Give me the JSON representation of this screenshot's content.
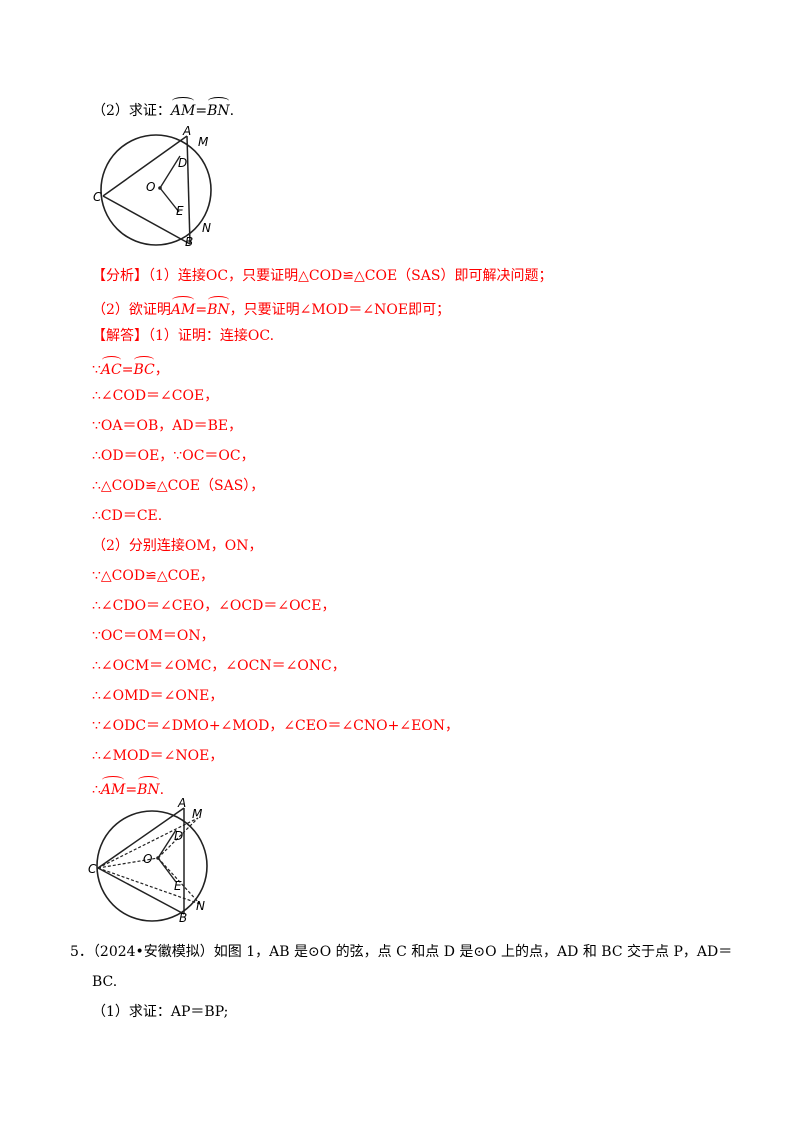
{
  "q2_prompt": "（2）求证：",
  "arc_am": "AM",
  "arc_bn": "BN",
  "arc_ac": "AC",
  "arc_bc": "BC",
  "equals": "=",
  "period": ".",
  "fig_labels": [
    "A",
    "M",
    "D",
    "O",
    "C",
    "E",
    "N",
    "B"
  ],
  "analysis_1": "【分析】（1）连接OC，只要证明△COD≌△COE（SAS）即可解决问题；",
  "analysis_2_pre": "（2）欲证明",
  "analysis_2_post": "，只要证明∠MOD＝∠NOE即可；",
  "answer_1": "【解答】（1）证明：连接OC.",
  "because_sym": "∵",
  "therefore_sym": "∴",
  "proof_lines": [
    "∴∠COD＝∠COE，",
    "∵OA＝OB，AD＝BE，",
    "∴OD＝OE，∵OC＝OC，",
    "∴△COD≌△COE（SAS），",
    "∴CD＝CE.",
    "（2）分别连接OM，ON，",
    "∵△COD≌△COE，",
    "∴∠CDO＝∠CEO，∠OCD＝∠OCE，",
    "∵OC＝OM＝ON，",
    "∴∠OCM＝∠OMC，∠OCN＝∠ONC，",
    "∴∠OMD＝∠ONE，",
    "∵∠ODC＝∠DMO+∠MOD，∠CEO＝∠CNO+∠EON，",
    "∴∠MOD＝∠NOE，"
  ],
  "problem5_line1": "5．（2024•安徽模拟）如图 1，AB 是⊙O 的弦，点 C 和点 D 是⊙O 上的点，AD 和 BC 交于点 P，AD＝",
  "problem5_line2": "BC.",
  "problem5_q1": "（1）求证：AP＝BP;"
}
